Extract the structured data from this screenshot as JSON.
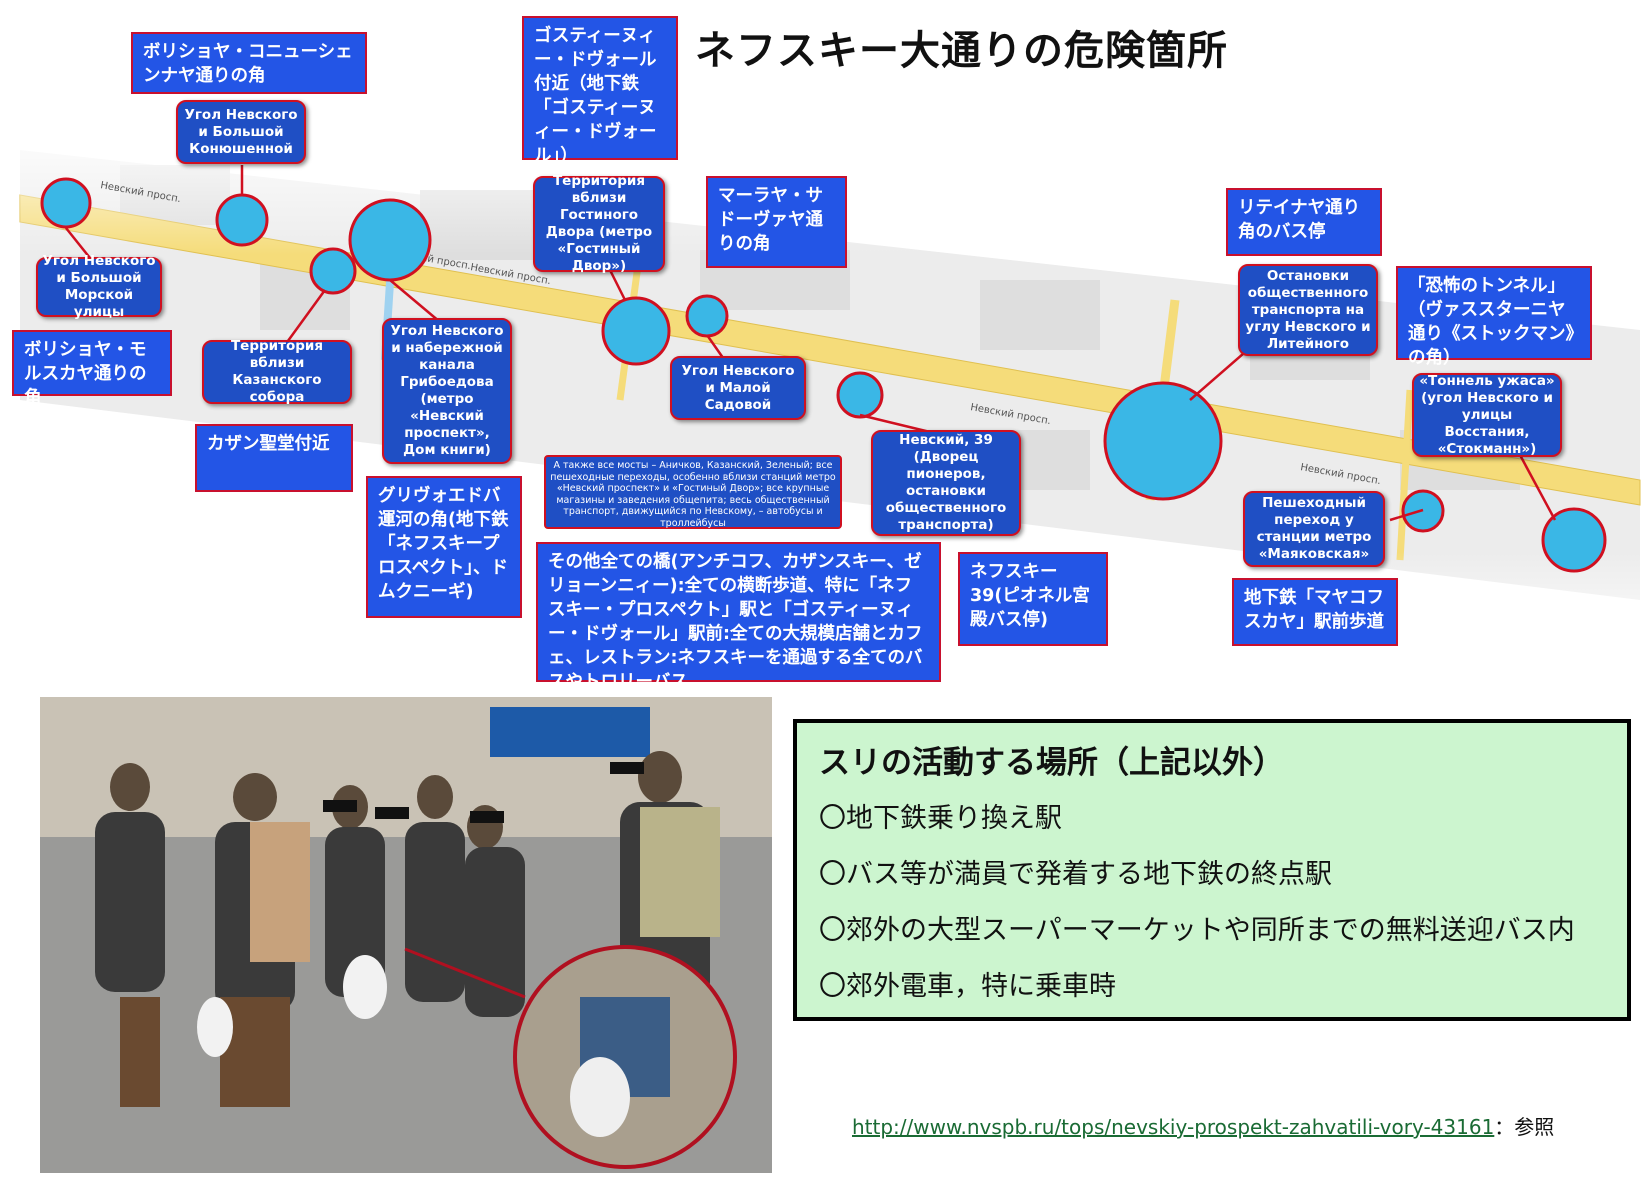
{
  "title": "ネフスキー大通りの危険箇所",
  "map": {
    "street_labels": [
      "Невский просп.",
      "Невский просп.",
      "Невский просп.",
      "Невский просп.",
      "Невский просп."
    ],
    "ru_callouts": [
      "Угол Невского и Большой Конюшенной",
      "Угол Невского и Большой Морской улицы",
      "Территория вблизи Казанского собора",
      "Угол Невского и набережной канала Грибоедова (метро «Невский проспект», Дом книги)",
      "Территория вблизи Гостиного Двора (метро «Гостиный Двор»)",
      "Угол Невского и Малой Садовой",
      "Невский, 39 (Дворец пионеров, остановки общественного транспорта)",
      "Остановки общественного транспорта на углу Невского и Литейного",
      "«Тоннель ужаса» (угол Невского и улицы Восстания, «Стокманн»)",
      "Пешеходный переход у станции метро «Маяковская»"
    ],
    "jp_callouts": [
      "ボリショヤ・コニューシェンナヤ通りの角",
      "ゴスティーヌィー・ドヴォール付近（地下鉄「ゴスティーヌィー・ドヴォール」）",
      "マーラヤ・サドーヴァヤ通りの角",
      "リテイナヤ通り角のバス停",
      "「恐怖のトンネル」（ヴァススターニヤ通り《ストックマン》の角）",
      "ボリショヤ・モルスカヤ通りの角",
      "カザン聖堂付近",
      "グリヴォエドバ運河の角(地下鉄「ネフスキープロスペクト」、ドムクニーギ)",
      "その他全ての橋(アンチコフ、カザンスキー、ゼリョーンニィー):全ての横断歩道、特に「ネフスキー・プロスペクト」駅と「ゴスティーヌィー・ドヴォール」駅前:全ての大規模店舗とカフェ、レストラン:ネフスキーを通過する全てのバスやトロリーバス",
      "ネフスキー39(ピオネル宮殿バス停)",
      "地下鉄「マヤコフスカヤ」駅前歩道"
    ],
    "note_ru": "А также все мосты – Аничков, Казанский, Зеленый; все пешеходные переходы, особенно вблизи станций метро «Невский проспект» и «Гостиный Двор»; все крупные магазины и заведения общепита; весь общественный транспорт, движущийся по Невскому, – автобусы и троллейбусы"
  },
  "pickpocket": {
    "heading": "スリの活動する場所（上記以外）",
    "items": [
      "〇地下鉄乗り換え駅",
      "〇バス等が満員で発着する地下鉄の終点駅",
      "〇郊外の大型スーパーマーケットや同所までの無料送迎バス内",
      "〇郊外電車，特に乗車時"
    ]
  },
  "source": {
    "url": "http://www.nvspb.ru/tops/nevskiy-prospekt-zahvatili-vory-43161",
    "suffix": "：参照"
  }
}
